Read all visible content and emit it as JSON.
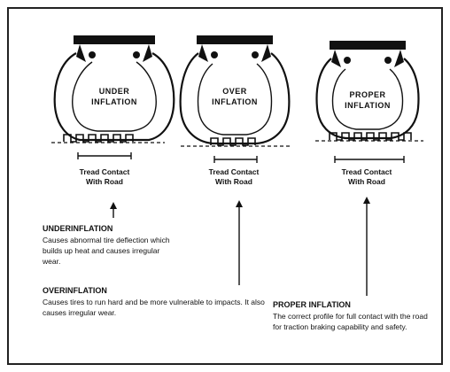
{
  "tires": [
    {
      "label_line1": "UNDER",
      "label_line2": "INFLATION",
      "contact_line1": "Tread Contact",
      "contact_line2": "With Road"
    },
    {
      "label_line1": "OVER",
      "label_line2": "INFLATION",
      "contact_line1": "Tread Contact",
      "contact_line2": "With Road"
    },
    {
      "label_line1": "PROPER",
      "label_line2": "INFLATION",
      "contact_line1": "Tread Contact",
      "contact_line2": "With Road"
    }
  ],
  "descriptions": {
    "under": {
      "heading": "UNDERINFLATION",
      "text": "Causes abnormal tire deflection which builds up heat and causes irregular wear."
    },
    "over": {
      "heading": "OVERINFLATION",
      "text": "Causes tires to run hard and be more vulnerable to impacts. It also causes irregular wear."
    },
    "proper": {
      "heading": "PROPER INFLATION",
      "text": "The correct profile for full contact with the road for traction braking capability and safety."
    }
  }
}
